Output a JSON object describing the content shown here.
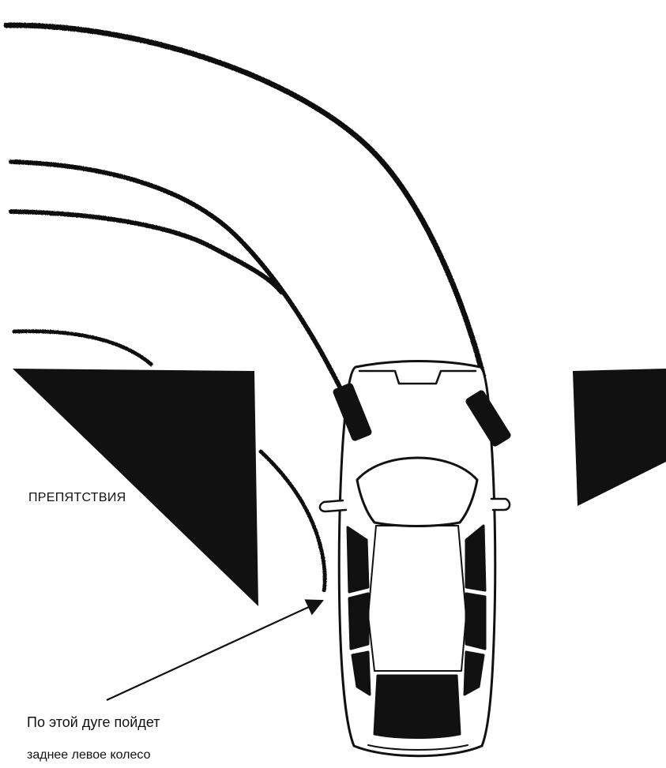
{
  "obstacles_label": "ПРЕПЯТСТВИЯ",
  "caption": {
    "line1": "По этой дуге пойдет",
    "line2": "заднее левое колесо"
  },
  "colors": {
    "ink": "#111111",
    "background": "#ffffff"
  }
}
